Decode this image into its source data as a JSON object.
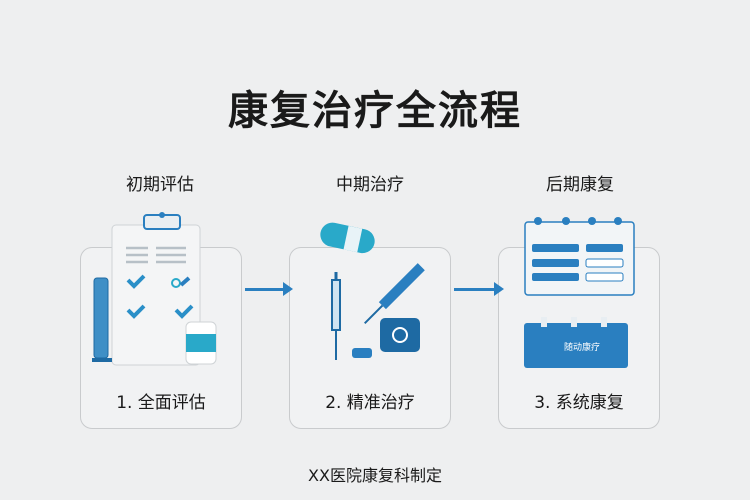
{
  "title": "康复治疗全流程",
  "stages": [
    {
      "phase": "初期评估",
      "step": "1. 全面评估",
      "icon": "clipboard-checklist-icon"
    },
    {
      "phase": "中期治疗",
      "step": "2. 精准治疗",
      "icon": "syringe-pill-icon"
    },
    {
      "phase": "后期康复",
      "step": "3. 系统康复",
      "icon": "calendar-schedule-icon",
      "sign_text": "随动康疗"
    }
  ],
  "footer": "XX医院康复科制定",
  "colors": {
    "accent": "#2a7fc0",
    "teal": "#29a9c9",
    "background": "#eeeff0"
  }
}
